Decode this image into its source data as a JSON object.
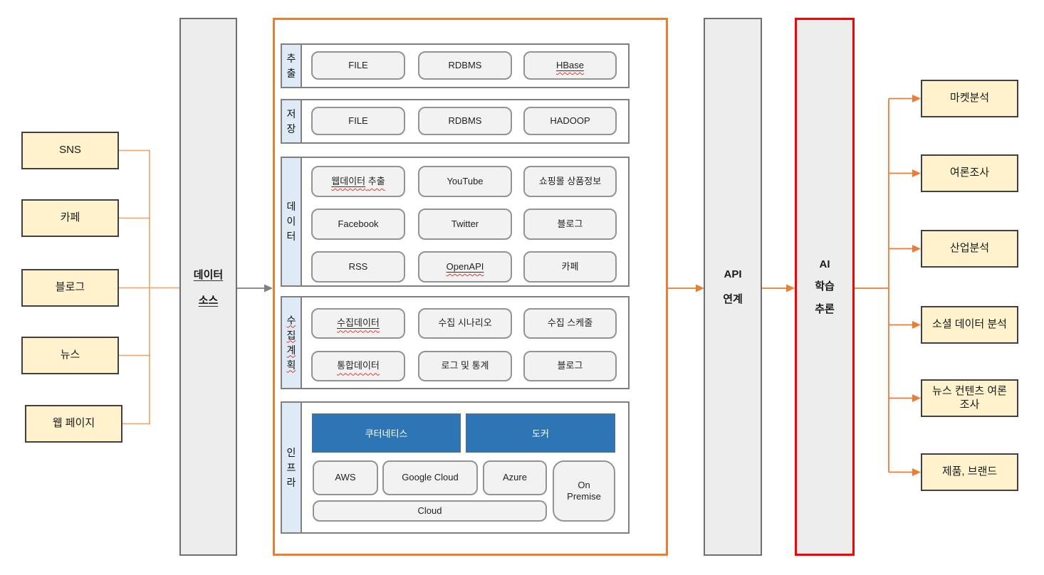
{
  "left_sources": [
    "SNS",
    "카페",
    "블로그",
    "뉴스",
    "웹 페이지"
  ],
  "data_source_column": {
    "lines": [
      "데이터",
      "소스"
    ]
  },
  "pipeline": {
    "sections": [
      {
        "label": "추출",
        "items": [
          "FILE",
          "RDBMS",
          "HBase"
        ]
      },
      {
        "label": "저장",
        "items": [
          "FILE",
          "RDBMS",
          "HADOOP"
        ]
      },
      {
        "label": "데이터",
        "items": [
          {
            "a": "웹데이터",
            "b": "추출"
          },
          "YouTube",
          "쇼핑몰 상품정보",
          "Facebook",
          "Twitter",
          "블로그",
          "RSS",
          "OpenAPI",
          "카페"
        ]
      },
      {
        "label": "수집계획",
        "items": [
          "수집데이터",
          "수집 시나리오",
          "수집 스케줄",
          "통합데이터",
          "로그 및 통계",
          "블로그"
        ]
      },
      {
        "label": "인프라",
        "platforms": [
          "쿠터네티스",
          "도커"
        ],
        "clouds": [
          "AWS",
          "Google Cloud",
          "Azure"
        ],
        "on_premise": "On Premise",
        "cloud": "Cloud"
      }
    ]
  },
  "api_column": {
    "lines": [
      "API",
      "연계"
    ]
  },
  "ai_column": {
    "lines": [
      "AI",
      "학습",
      "추론"
    ]
  },
  "outputs": [
    "마켓분석",
    "여론조사",
    "산업분석",
    "소셜 데이터 분석",
    "뉴스 컨텐츠 여론조사",
    "제품, 브랜드"
  ],
  "colors": {
    "accent_orange": "#ED7D31",
    "flow_line_light_orange": "#F0A064",
    "alert_red": "#FF0000",
    "arrow_gray": "#7F7F7F",
    "source_fill_yellow": "#FFF2CC",
    "column_fill_gray": "#EDEDED",
    "label_cell_blue": "#DEEBF7",
    "platform_blue": "#2E75B6",
    "pill_fill_gray": "#F2F2F2"
  }
}
